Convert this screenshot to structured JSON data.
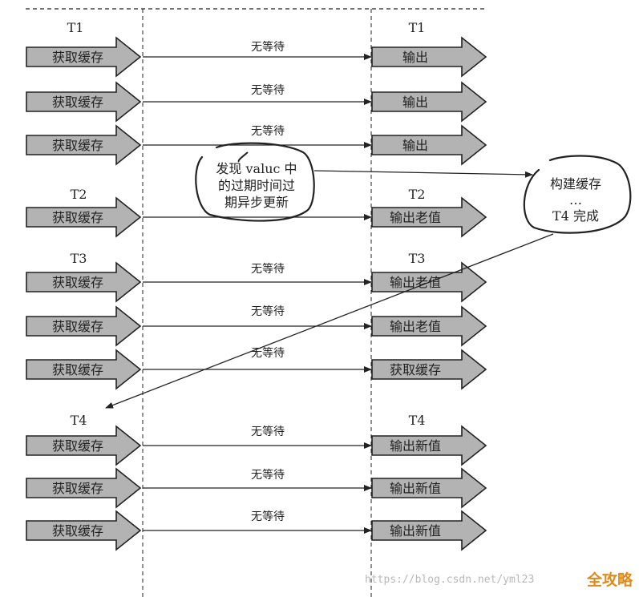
{
  "cache_label": "获取缓存",
  "no_wait_label": "无等待",
  "output_label": "输出",
  "output_old_label": "输出老值",
  "output_new_label": "输出新值",
  "headers": {
    "t1_left": "T1",
    "t1_right": "T1",
    "t2_left": "T2",
    "t2_right": "T2",
    "t3_left": "T3",
    "t3_right": "T3",
    "t4_left": "T4",
    "t4_right": "T4"
  },
  "bubble_left": {
    "line1": "发现 valuc 中",
    "line2": "的过期时间过",
    "line3": "期异步更新"
  },
  "bubble_right": {
    "line1": "构建缓存",
    "line2": "…",
    "line3": "T4 完成"
  },
  "rows": [
    {
      "left": "获取缓存",
      "middle": "无等待",
      "right": "输出"
    },
    {
      "left": "获取缓存",
      "middle": "无等待",
      "right": "输出"
    },
    {
      "left": "获取缓存",
      "middle": "无等待",
      "right": "输出"
    },
    {
      "left": "获取缓存",
      "middle": "",
      "right": "输出老值"
    },
    {
      "left": "获取缓存",
      "middle": "无等待",
      "right": "输出老值"
    },
    {
      "left": "获取缓存",
      "middle": "无等待",
      "right": "输出老值"
    },
    {
      "left": "获取缓存",
      "middle": "无等待",
      "right": "获取缓存"
    },
    {
      "left": "获取缓存",
      "middle": "无等待",
      "right": "输出新值"
    },
    {
      "left": "获取缓存",
      "middle": "无等待",
      "right": "输出新值"
    },
    {
      "left": "获取缓存",
      "middle": "无等待",
      "right": "输出新值"
    }
  ],
  "watermark": "https://blog.csdn.net/yml23",
  "brand": "全攻略",
  "colors": {
    "arrow_fill": "#b3b3b3",
    "stroke": "#222222"
  }
}
